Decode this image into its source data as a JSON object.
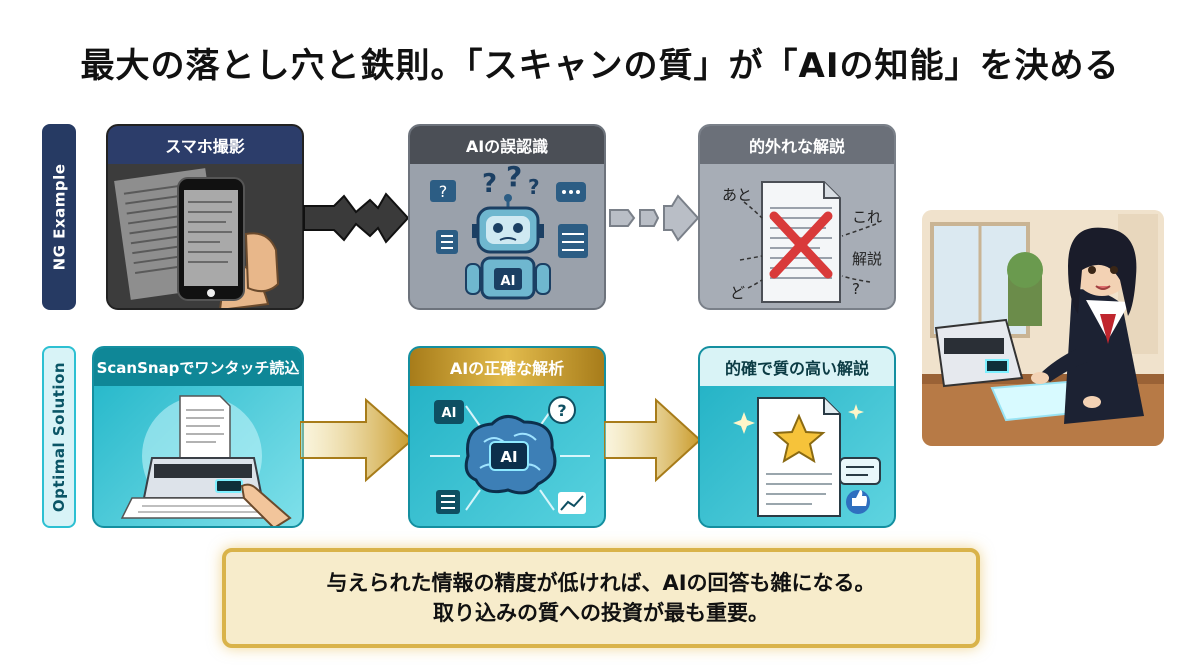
{
  "title": "最大の落とし穴と鉄則。「スキャンの質」が「AIの知能」を決める",
  "rows": {
    "ng_label": "NG Example",
    "optimal_label": "Optimal Solution"
  },
  "ng": {
    "step1": "スマホ撮影",
    "step2": "AIの誤認識",
    "step3": "的外れな解説",
    "robot_badge": "AI",
    "scatter_words": [
      "あと",
      "これ",
      "解説",
      "ど",
      "?"
    ]
  },
  "optimal": {
    "step1": "ScanSnapでワンタッチ読込",
    "step2": "AIの正確な解析",
    "step3": "的確で質の高い解説",
    "brain_badge": "AI",
    "chip_badge": "AI"
  },
  "notice": {
    "line1": "与えられた情報の精度が低ければ、AIの回答も雑になる。",
    "line2": "取り込みの質への投資が最も重要。"
  },
  "colors": {
    "navy": "#263a63",
    "teal": "#1fb5c8",
    "gold": "#d9b34a",
    "red_x": "#d93a3a"
  },
  "icons": [
    "smartphone-icon",
    "robot-icon",
    "document-icon",
    "red-x-icon",
    "scanner-icon",
    "brain-icon",
    "star-icon",
    "question-icon",
    "chat-icon",
    "thumbs-up-icon"
  ]
}
